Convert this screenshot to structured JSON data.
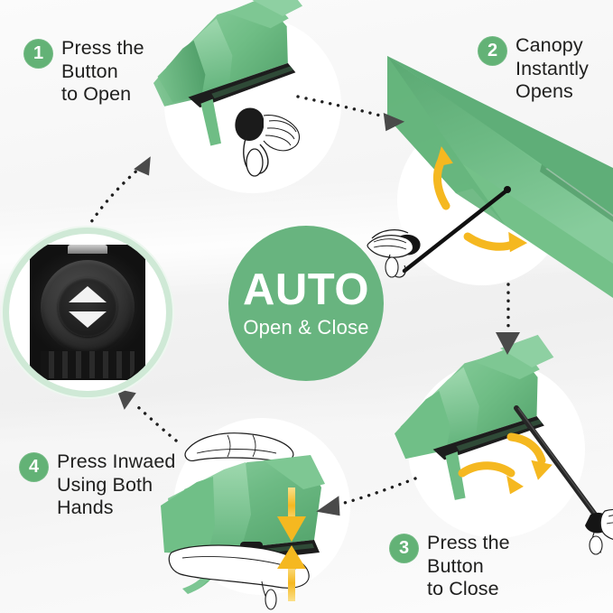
{
  "infographic": {
    "title_center": "AUTO",
    "subtitle_center": "Open & Close",
    "background_color": "#f4f4f4",
    "accent_green": "#63b276",
    "canopy_green": "#6fbd85",
    "arrow_yellow": "#f5b820",
    "text_color": "#20201f"
  },
  "steps": [
    {
      "number": "1",
      "text": "Press the\nButton\nto Open",
      "icon": "folded-umbrella-held-in-hand",
      "position": "top-left"
    },
    {
      "number": "2",
      "text": "Canopy\nInstantly\nOpens",
      "icon": "open-umbrella-canopy",
      "position": "top-right"
    },
    {
      "number": "3",
      "text": "Press the\nButton\nto Close",
      "icon": "umbrella-closing-on-shaft",
      "position": "bottom-right"
    },
    {
      "number": "4",
      "text": "Press Inwaed\nUsing Both\nHands",
      "icon": "umbrella-pressed-between-two-hands",
      "position": "bottom-left"
    }
  ],
  "button_closeup": {
    "label": "auto-open-close-button",
    "up_arrow": "triangle-up-glyph",
    "down_arrow": "triangle-down-glyph",
    "frame_color": "#cfe9d6"
  },
  "connectors": [
    {
      "from": "button-closeup",
      "to": "step-1",
      "style": "dotted-arrow"
    },
    {
      "from": "step-1",
      "to": "step-2",
      "style": "dotted-arrow"
    },
    {
      "from": "step-2",
      "to": "step-3",
      "style": "dotted-arrow"
    },
    {
      "from": "step-3",
      "to": "step-4",
      "style": "dotted-arrow"
    },
    {
      "from": "step-4",
      "to": "button-closeup",
      "style": "dotted-arrow"
    }
  ],
  "motion_arrows": [
    {
      "scene": "step-2",
      "direction": "curve-up-left",
      "color": "#f5b820"
    },
    {
      "scene": "step-2",
      "direction": "curve-down-right",
      "color": "#f5b820"
    },
    {
      "scene": "step-3",
      "direction": "curve-down-right",
      "color": "#f5b820"
    },
    {
      "scene": "step-3",
      "direction": "curve-down-left",
      "color": "#f5b820"
    },
    {
      "scene": "step-4",
      "direction": "down",
      "color": "#f5b820"
    },
    {
      "scene": "step-4",
      "direction": "up",
      "color": "#f5b820"
    }
  ]
}
